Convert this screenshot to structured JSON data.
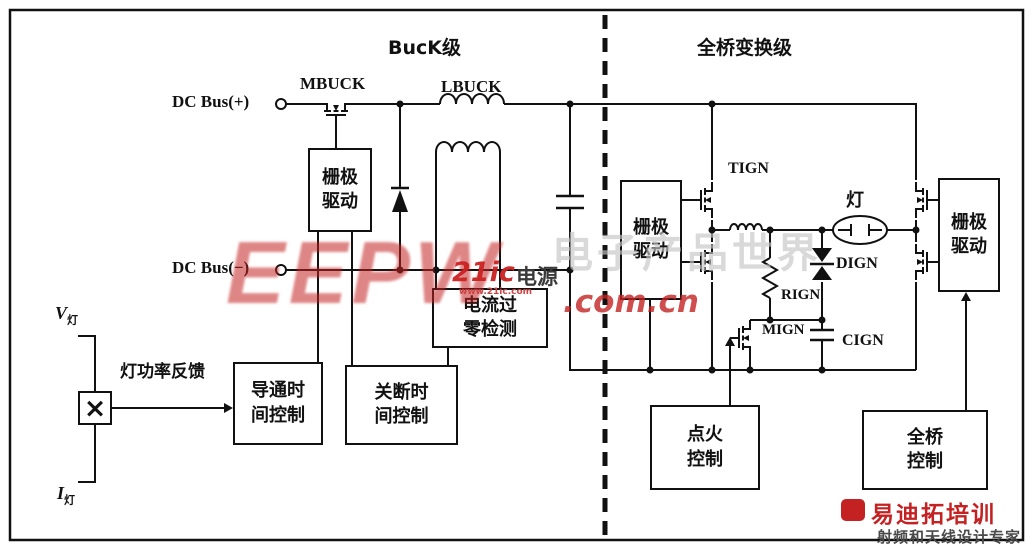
{
  "stages": {
    "buck_title": "BucK级",
    "bridge_title": "全桥变换级"
  },
  "terminals": {
    "dc_bus_pos": "DC Bus(+)",
    "dc_bus_neg": "DC Bus(−)"
  },
  "components": {
    "mbuck": "MBUCK",
    "lbuck": "LBUCK",
    "tign": "TIGN",
    "lamp": "灯",
    "dign": "DIGN",
    "rign": "RIGN",
    "mign": "MIGN",
    "cign": "CIGN"
  },
  "boxes": {
    "gate_drive_buck": "栅极\n驱动",
    "zero_cross_detect": "电流过\n零检测",
    "on_time_control": "导通时\n间控制",
    "off_time_control": "关断时\n间控制",
    "gate_drive_left": "栅极\n驱动",
    "gate_drive_right": "栅极\n驱动",
    "ignition_control": "点火\n控制",
    "full_bridge_control": "全桥\n控制"
  },
  "signals": {
    "lamp_power_feedback": "灯功率反馈",
    "v_lamp": "V",
    "v_lamp_sub": "灯",
    "i_lamp": "I",
    "i_lamp_sub": "灯",
    "multiplier": "×"
  },
  "watermarks": {
    "logo_text": "EEPW",
    "logo_domain": ".com.cn",
    "site_name": "21ic",
    "site_channel": "电源",
    "site_url": "www.21ic.com",
    "bg_text": "电子产品世界",
    "brand_name": "易迪拓培训",
    "brand_tagline": "射频和天线设计专家"
  },
  "colors": {
    "wire": "#111111",
    "watermark_red": "#c42222",
    "watermark_gray": "#c6c6c6",
    "background": "#ffffff"
  }
}
